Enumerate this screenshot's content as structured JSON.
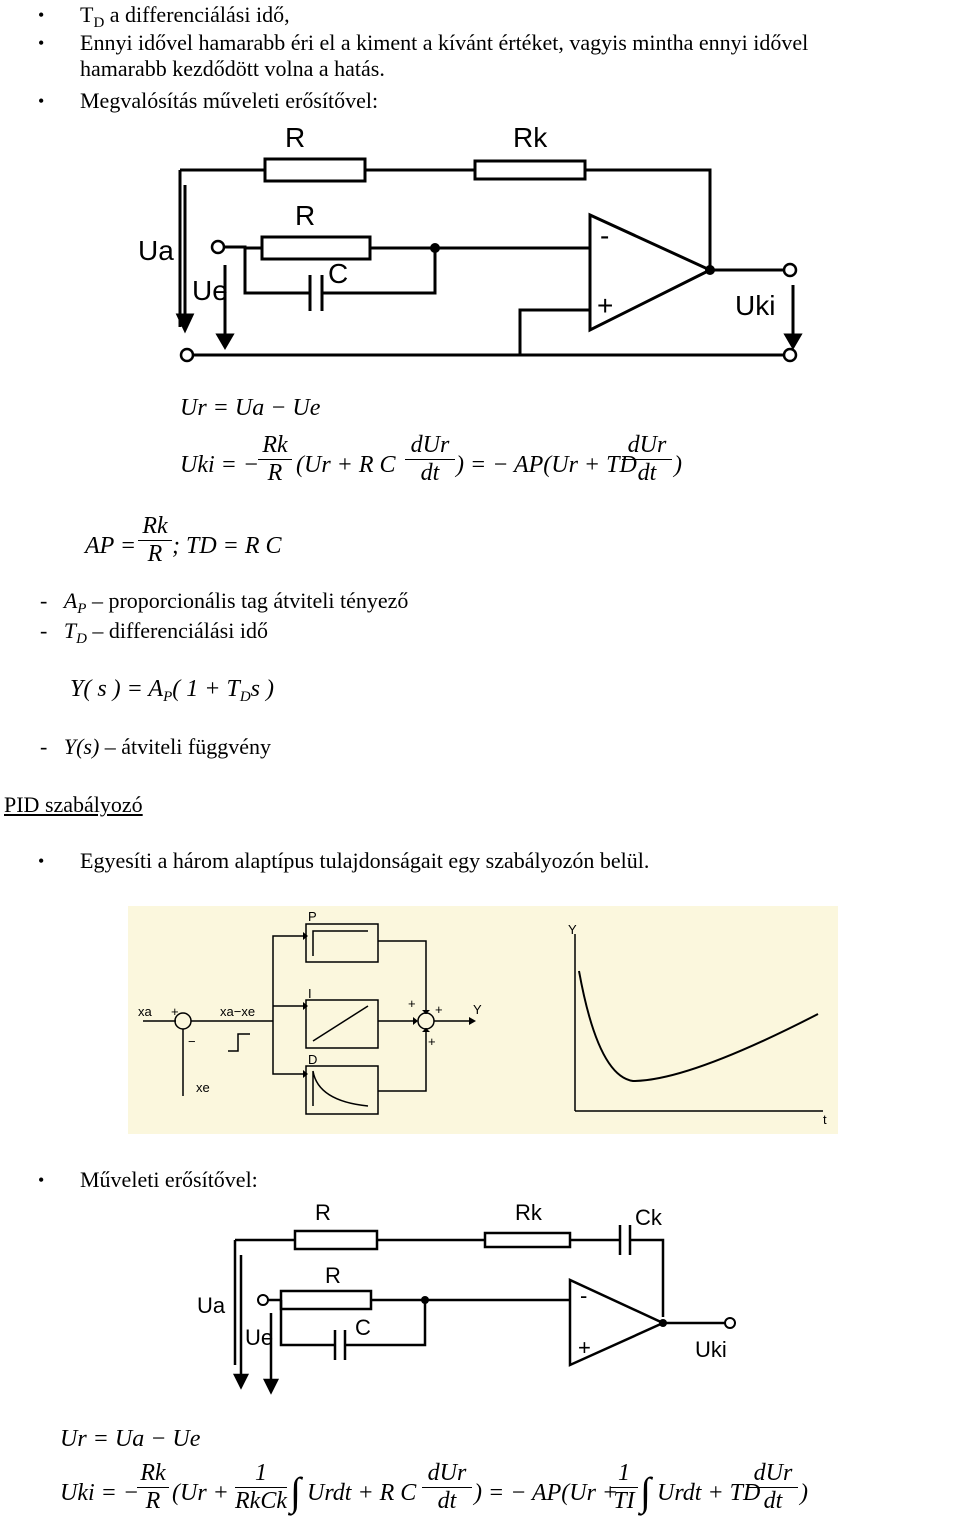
{
  "bullets_top": [
    {
      "main": "T",
      "sub": "D",
      "rest": " a differenciálási idő,"
    },
    {
      "text": "Ennyi idővel hamarabb éri el a kiment a kívánt értéket, vagyis mintha ennyi idővel"
    },
    {
      "text": "hamarabb kezdődött volna a hatás."
    },
    {
      "text": "Megvalósítás műveleti erősítővel:"
    }
  ],
  "bullet_char": "•",
  "circuit1": {
    "labels": {
      "R_top": "R",
      "Rk": "Rk",
      "R_mid": "R",
      "C": "C",
      "Ua": "Ua",
      "Ue": "Ue",
      "Uki": "Uki",
      "minus": "-",
      "plus": "+"
    }
  },
  "equations1": {
    "ur_line": "Ur = Ua − Ue",
    "uki_lhs": "Uki = −",
    "rk": "Rk",
    "r": "R",
    "mid": "(Ur + R C",
    "dur": "dUr",
    "dt": "dt",
    "rhs": ") = − AP(Ur + TD",
    "end": ")",
    "ap_lhs": "AP =",
    "ap_rest": "; TD = R C"
  },
  "defs": [
    {
      "dash": "-",
      "sym": "A",
      "sub": "P",
      "text": " – proporcionális tag átviteli tényező"
    },
    {
      "dash": "-",
      "sym": "T",
      "sub": "D",
      "text": " – differenciálási idő"
    }
  ],
  "transfer": {
    "lhs": "Y( s ) = A",
    "sub": "P",
    "rest": "( 1 + T",
    "sub2": "D",
    "end": "s )"
  },
  "def_y": {
    "dash": "-",
    "sym": "Y(s)",
    "text": " – átviteli függvény"
  },
  "pid_heading": "PID szabályozó",
  "pid_bullet": "Egyesíti a három alaptípus tulajdonságait egy szabályozón belül.",
  "block_diagram": {
    "labels": {
      "P": "P",
      "I": "I",
      "D": "D",
      "xa": "xa",
      "xa_xe": "xa−xe",
      "xe": "xe",
      "Y_out": "Y",
      "Y_axis": "Y",
      "t_axis": "t",
      "plus": "+",
      "minus": "−"
    }
  },
  "bullet2": "Műveleti erősítővel:",
  "circuit2": {
    "labels": {
      "R_top": "R",
      "Rk": "Rk",
      "Ck": "Ck",
      "R_mid": "R",
      "C": "C",
      "Ua": "Ua",
      "Ue": "Ue",
      "Uki": "Uki",
      "minus": "-",
      "plus": "+"
    }
  },
  "equations2": {
    "ur_line": "Ur = Ua − Ue",
    "uki_lhs": "Uki = −",
    "rk": "Rk",
    "r": "R",
    "one": "1",
    "rkck": "RkCk",
    "p1": "(Ur +",
    "int1": "Urdt + R C",
    "dur": "dUr",
    "dt": "dt",
    "p2": ") = − AP(Ur +",
    "ti": "TI",
    "int2": "Urdt + TD",
    "end": ")"
  }
}
